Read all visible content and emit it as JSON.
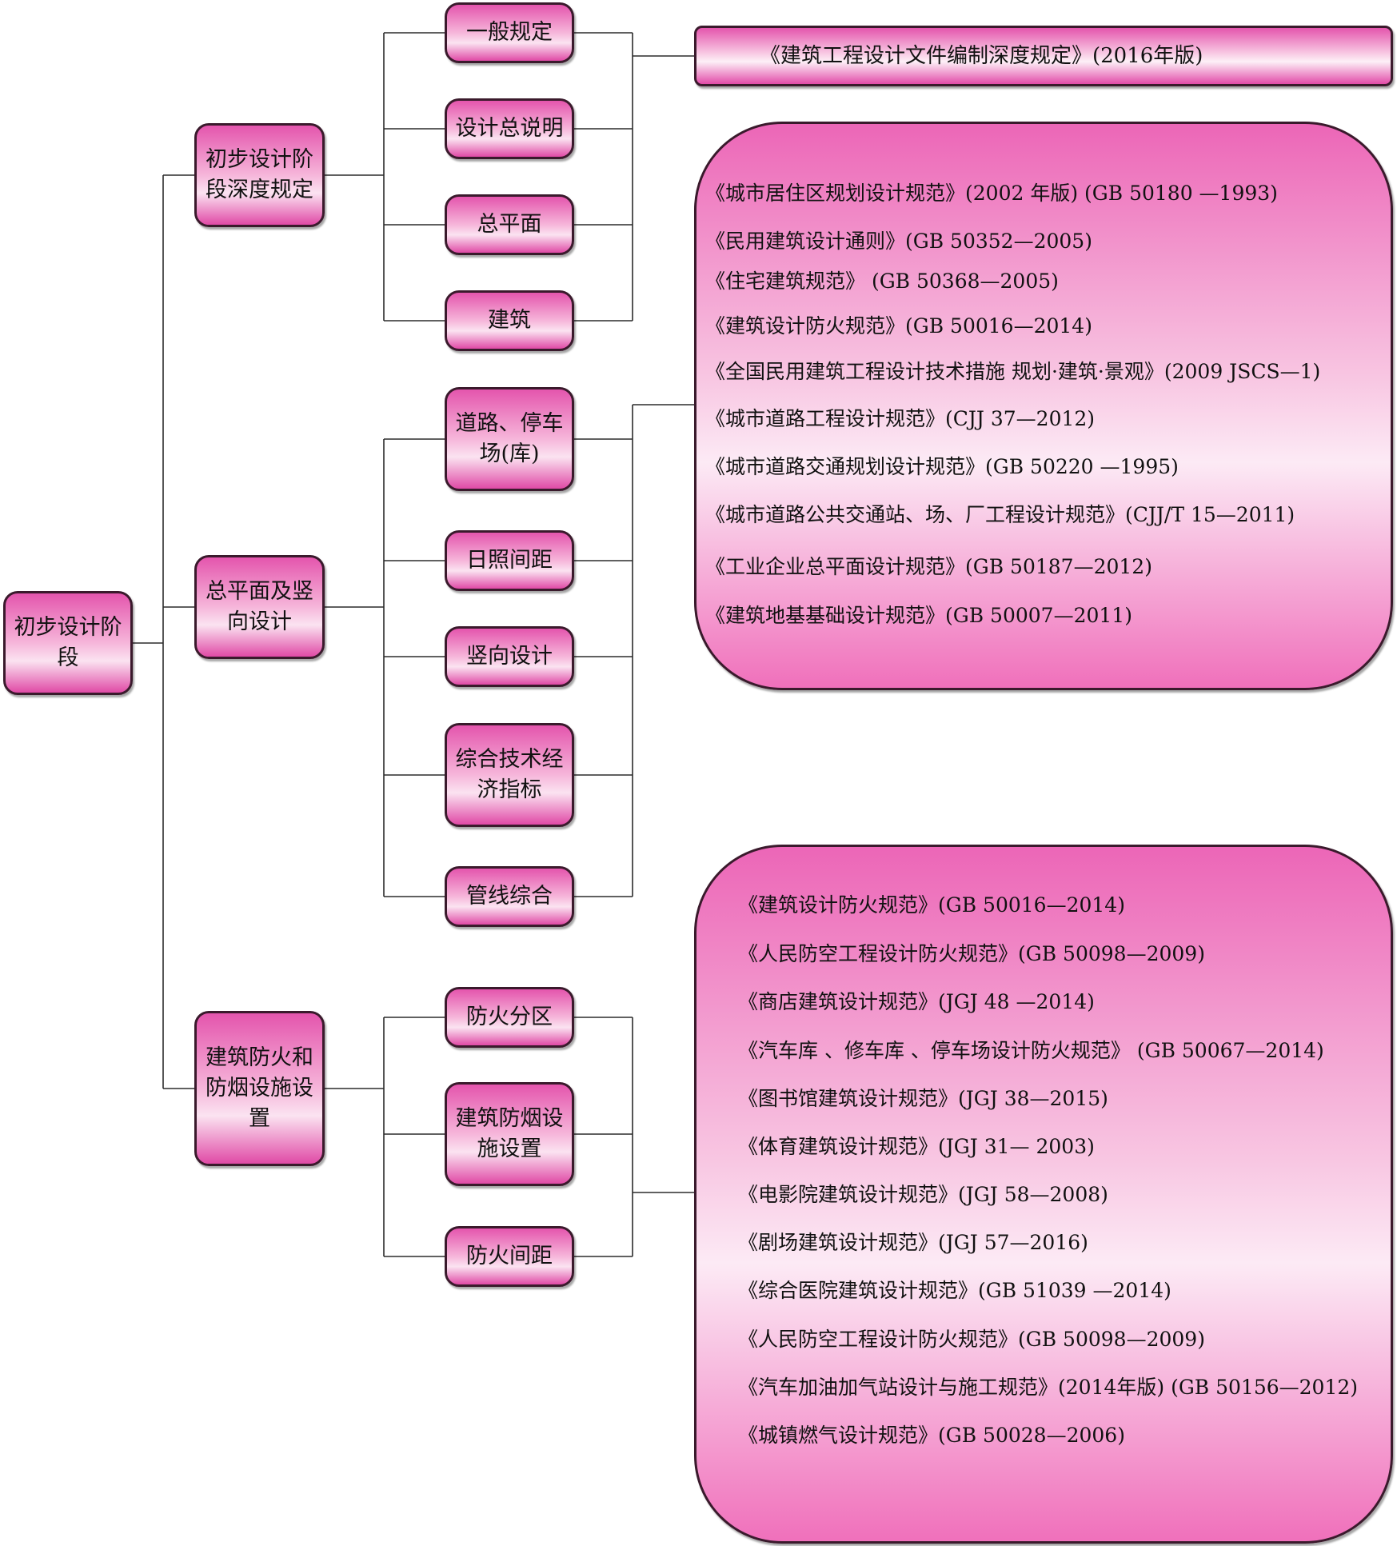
{
  "root": {
    "label": [
      "初步设计阶",
      "段"
    ]
  },
  "level1": [
    {
      "label": [
        "初步设计阶",
        "段深度规定"
      ]
    },
    {
      "label": [
        "总平面及竖",
        "向设计"
      ]
    },
    {
      "label": [
        "建筑防火和",
        "防烟设施设",
        "置"
      ]
    }
  ],
  "level2": [
    {
      "label": [
        "一般规定"
      ]
    },
    {
      "label": [
        "设计总说明"
      ]
    },
    {
      "label": [
        "总平面"
      ]
    },
    {
      "label": [
        "建筑"
      ]
    },
    {
      "label": [
        "道路、停车",
        "场(库)"
      ]
    },
    {
      "label": [
        "日照间距"
      ]
    },
    {
      "label": [
        "竖向设计"
      ]
    },
    {
      "label": [
        "综合技术经",
        "济指标"
      ]
    },
    {
      "label": [
        "管线综合"
      ]
    },
    {
      "label": [
        "防火分区"
      ]
    },
    {
      "label": [
        "建筑防烟设",
        "施设置"
      ]
    },
    {
      "label": [
        "防火间距"
      ]
    }
  ],
  "panels": {
    "depth_standard": [
      "《建筑工程设计文件编制深度规定》(2016年版)"
    ],
    "site_planning": [
      "《城市居住区规划设计规范》(2002 年版) (GB 50180 —1993)",
      "《民用建筑设计通则》(GB 50352—2005)",
      "《住宅建筑规范》 (GB 50368—2005)",
      "《建筑设计防火规范》(GB 50016—2014)",
      "《全国民用建筑工程设计技术措施  规划·建筑·景观》(2009 JSCS—1)",
      "《城市道路工程设计规范》(CJJ 37—2012)",
      "《城市道路交通规划设计规范》(GB 50220 —1995)",
      "《城市道路公共交通站、场、厂工程设计规范》(CJJ/T 15—2011)",
      "《工业企业总平面设计规范》(GB 50187—2012)",
      "《建筑地基基础设计规范》(GB 50007—2011)"
    ],
    "fire_protection": [
      "《建筑设计防火规范》(GB 50016—2014)",
      "《人民防空工程设计防火规范》(GB 50098—2009)",
      "《商店建筑设计规范》(JGJ 48 —2014)",
      "《汽车库 、修车库 、停车场设计防火规范》  (GB 50067—2014)",
      "《图书馆建筑设计规范》(JGJ 38—2015)",
      "《体育建筑设计规范》(JGJ 31— 2003)",
      "《电影院建筑设计规范》(JGJ 58—2008)",
      "《剧场建筑设计规范》(JGJ 57—2016)",
      "《综合医院建筑设计规范》(GB 51039 —2014)",
      "《人民防空工程设计防火规范》(GB 50098—2009)",
      "《汽车加油加气站设计与施工规范》(2014年版) (GB 50156—2012)",
      "《城镇燃气设计规范》(GB 50028—2006)"
    ]
  }
}
